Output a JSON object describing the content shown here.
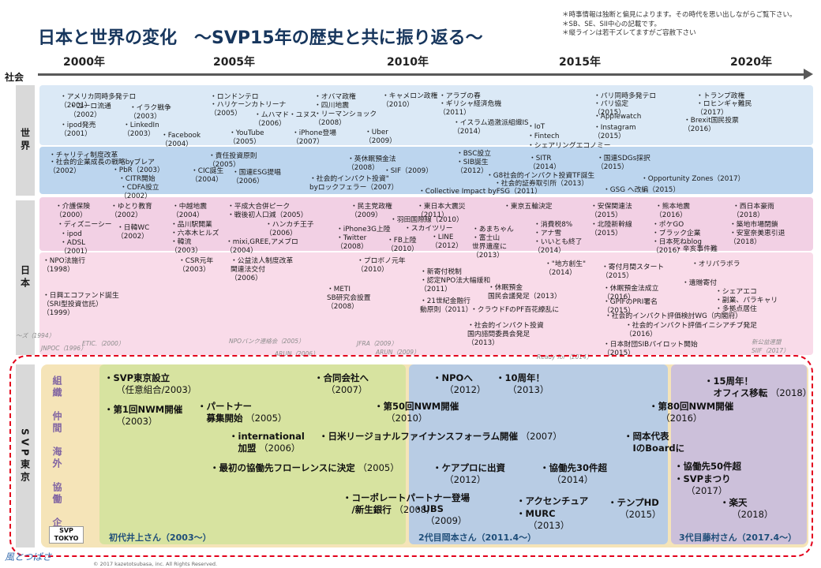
{
  "title": "日本と世界の変化　～SVP15年の歴史と共に振り返る～",
  "notes": [
    "＊時事情報は独断と偏見によります。その時代を思い出しながらご覧下さい。",
    "＊SB、SE、SII中心の記載です。",
    "＊縦ラインは若干ズレてますがご容赦下さい"
  ],
  "years": [
    "2000年",
    "2005年",
    "2010年",
    "2015年",
    "2020年"
  ],
  "axis_label": "社会",
  "rows": {
    "world": "世界",
    "japan": "日本",
    "svp": "SVP東京"
  },
  "world_events": [
    "・アメリカ同時多発テロ\n（2001）",
    "・ユーロ流通\n（2002）",
    "・ipod発売\n（2001）",
    "・イラク戦争\n（2003）",
    "・LinkedIn\n（2003）",
    "・Facebook\n（2004）",
    "・ロンドンテロ",
    "・ハリケーンカトリーナ\n（2005）",
    "・ムハマド・ユヌス\n（2006）",
    "・YouTube\n（2005）",
    "・オバマ政権",
    "・四川地震",
    "・リーマンショック\n（2008）",
    "・iPhone登場\n（2007）",
    "・キャメロン政権\n（2010）",
    "・Uber\n（2009）",
    "・アラブの春",
    "・ギリシャ経済危機\n（2011）",
    "・イスラム過激派組織IS\n（2014）",
    "・IoT",
    "・Fintech",
    "・シェアリングエコノミー",
    "・パリ同時多発テロ",
    "・パリ協定\n（2015）",
    "・Applewatch",
    "・Instagram\n（2015）",
    "・トランプ政権",
    "・ロヒンギャ難民\n（2017）",
    "・Brexit国民投票\n（2016）"
  ],
  "world_events2": [
    "・チャリティ制度改革",
    "・社会的企業成長の戦略byブレア\n（2002）",
    "・PbR（2003）",
    "・CITR開始",
    "・CDFA設立\n（2002）",
    "・CIC誕生\n（2004）",
    "・責任投資原則\n（2005）",
    "・国連ESG提唱\n（2006）",
    "・英休眠預金法\n（2008）",
    "・社会的インパクト投資\"\nbyロックフェラー（2007）",
    "・SIF（2009）",
    "・BSC設立",
    "・SIB誕生\n（2012）",
    "・G8社会的インパクト投資TF誕生",
    "・社会的証券取引所（2013）",
    "・SITR\n（2014）",
    "・Collective Impact byFSG（2011）",
    "・国連SDGs採択\n（2015）",
    "・Opportunity Zones（2017）",
    "・GSG へ改編（2015）"
  ],
  "japan_events": [
    "・介護保険\n（2000）",
    "・ディズニーシー",
    "・ipod",
    "・ADSL\n（2001）",
    "・ゆとり教育\n（2002）",
    "・日韓WC\n（2002）",
    "・中越地震\n（2004）",
    "・品川駅開業",
    "・六本木ヒルズ",
    "・韓流\n（2003）",
    "・平成大合併ピーク",
    "・戦後初人口減（2005）",
    "・ハンカチ王子\n（2006）",
    "・mixi,GREE,アメブロ\n（2004）",
    "・民主党政権\n（2009）",
    "・iPhone3G上陸",
    "・Twitter\n（2008）",
    "・羽田国際線（2010）",
    "・FB上陸\n（2010）",
    "・東日本大震災\n（2011）",
    "・スカイツリー",
    "・LINE\n（2012）",
    "・あまちゃん",
    "・富士山\n世界遺産に\n（2013）",
    "・東京五輪決定",
    "・消費税8%",
    "・アナ雪",
    "・いいとも終了\n（2014）",
    "・安保関連法\n（2015）",
    "・北陸新幹線\n（2015）",
    "・熊本地震\n（2016）",
    "・ポケGO",
    "・ブラック企業",
    "・日本死ねblog\n（2016）",
    "・西日本豪雨\n（2018）",
    "・築地市場閉鎖",
    "・安室奈美恵引退\n（2018）",
    "・辛亥事件難"
  ],
  "japan_events2": [
    "・NPO法施行\n（1998）",
    "・日興エコファンド誕生\n（SRI型投資信託）\n（1999）",
    "・CSR元年\n（2003）",
    "・公益法人制度改革\n関連法交付\n（2006）",
    "・METI\nSB研究会設置\n（2008）",
    "・プロボノ元年\n（2010）",
    "・新寄付税制",
    "・認定NPO法大幅緩和\n（2011）",
    "・21世紀金融行\n動原則（2011）",
    "・休眠預金\n国民会議発足（2013）",
    "・クラウドFのPF百花繚乱に",
    "・社会的インパクト投資\n国内諮問委員会発足\n（2013）",
    "・\"地方創生\"\n（2014）",
    "・寄付月間スタート\n（2015）",
    "・休眠預金法成立\n（2016）",
    "・GPIFのPRI署名\n（2015）",
    "・社会的インパクト評価検討WG（内閣府）",
    "・社会的インパクト評価イニシアチブ発足\n（2016）",
    "・日本財団SIBパイロット開始\n（2015）",
    "・オリパラボラ",
    "・遺贈寄付",
    "・シェアエコ",
    "・副業、パラキャリ",
    "・多拠点居住"
  ],
  "japan_faint": [
    "〜ズ（1994）",
    "JNPOC（1996）",
    "ETIC.（2000）",
    "NPOバンク連絡会（2005）",
    "ARUN（2006）",
    "JFRA（2009）",
    "ARUN（2009）",
    "Ready for（2014）",
    "新公益連盟\nSIIF（2017）"
  ],
  "svp": {
    "vertical_label": "組織　仲間　海外　協働　企業",
    "logo": "SVP\nTOKYO",
    "items": [
      {
        "t": "・SVP東京設立",
        "y": "（任意組合/2003）"
      },
      {
        "t": "・第1回NWM開催",
        "y": "（2003）"
      },
      {
        "t": "・パートナー\n　募集開始",
        "y": "（2005）"
      },
      {
        "t": "・international\n　加盟",
        "y": "（2006）"
      },
      {
        "t": "・最初の協働先フローレンスに決定",
        "y": "（2005）"
      },
      {
        "t": "・合同会社へ",
        "y": "（2007）"
      },
      {
        "t": "・日米リージョナルファイナンスフォーラム開催",
        "y": "（2007）"
      },
      {
        "t": "・第50回NWM開催",
        "y": "（2010）"
      },
      {
        "t": "・コーポレートパートナー登場\n　/新生銀行",
        "y": "（2008）"
      },
      {
        "t": "・UBS",
        "y": "（2009）"
      },
      {
        "t": "・NPOへ",
        "y": "（2012）"
      },
      {
        "t": "・10周年！",
        "y": "（2013）"
      },
      {
        "t": "・ケアプロに出資",
        "y": "（2012）"
      },
      {
        "t": "・協働先30件超",
        "y": "（2014）"
      },
      {
        "t": "・アクセンチュア",
        "y": ""
      },
      {
        "t": "・MURC",
        "y": "（2013）"
      },
      {
        "t": "・テンプHD",
        "y": "（2015）"
      },
      {
        "t": "・第80回NWM開催",
        "y": "（2016）"
      },
      {
        "t": "・岡本代表\n　IのBoardに",
        "y": ""
      },
      {
        "t": "・15周年！\n　オフィス移転",
        "y": "（2018）"
      },
      {
        "t": "・協働先50件超",
        "y": ""
      },
      {
        "t": "・SVPまつり",
        "y": "（2017）"
      },
      {
        "t": "・楽天",
        "y": "（2018）"
      }
    ],
    "leaders": [
      "初代井上さん（2003〜）",
      "2代目岡本さん（2011.4〜）",
      "3代目藤村さん（2017.4〜）"
    ]
  },
  "brand": "風とつばさ",
  "copyright": "© 2017 kazetotsubasa, inc. All Rights Reserved.",
  "colors": {
    "world_band1": "#dbe9f6",
    "world_band2": "#bcd5ee",
    "japan_band1": "#f2d0e4",
    "japan_band2": "#f9dbe9",
    "gen1": "#d7e3a0",
    "gen2": "#b8cce4",
    "gen3": "#ccc0da",
    "svp_bg": "#f5e4b8",
    "dash": "#e3001b"
  }
}
